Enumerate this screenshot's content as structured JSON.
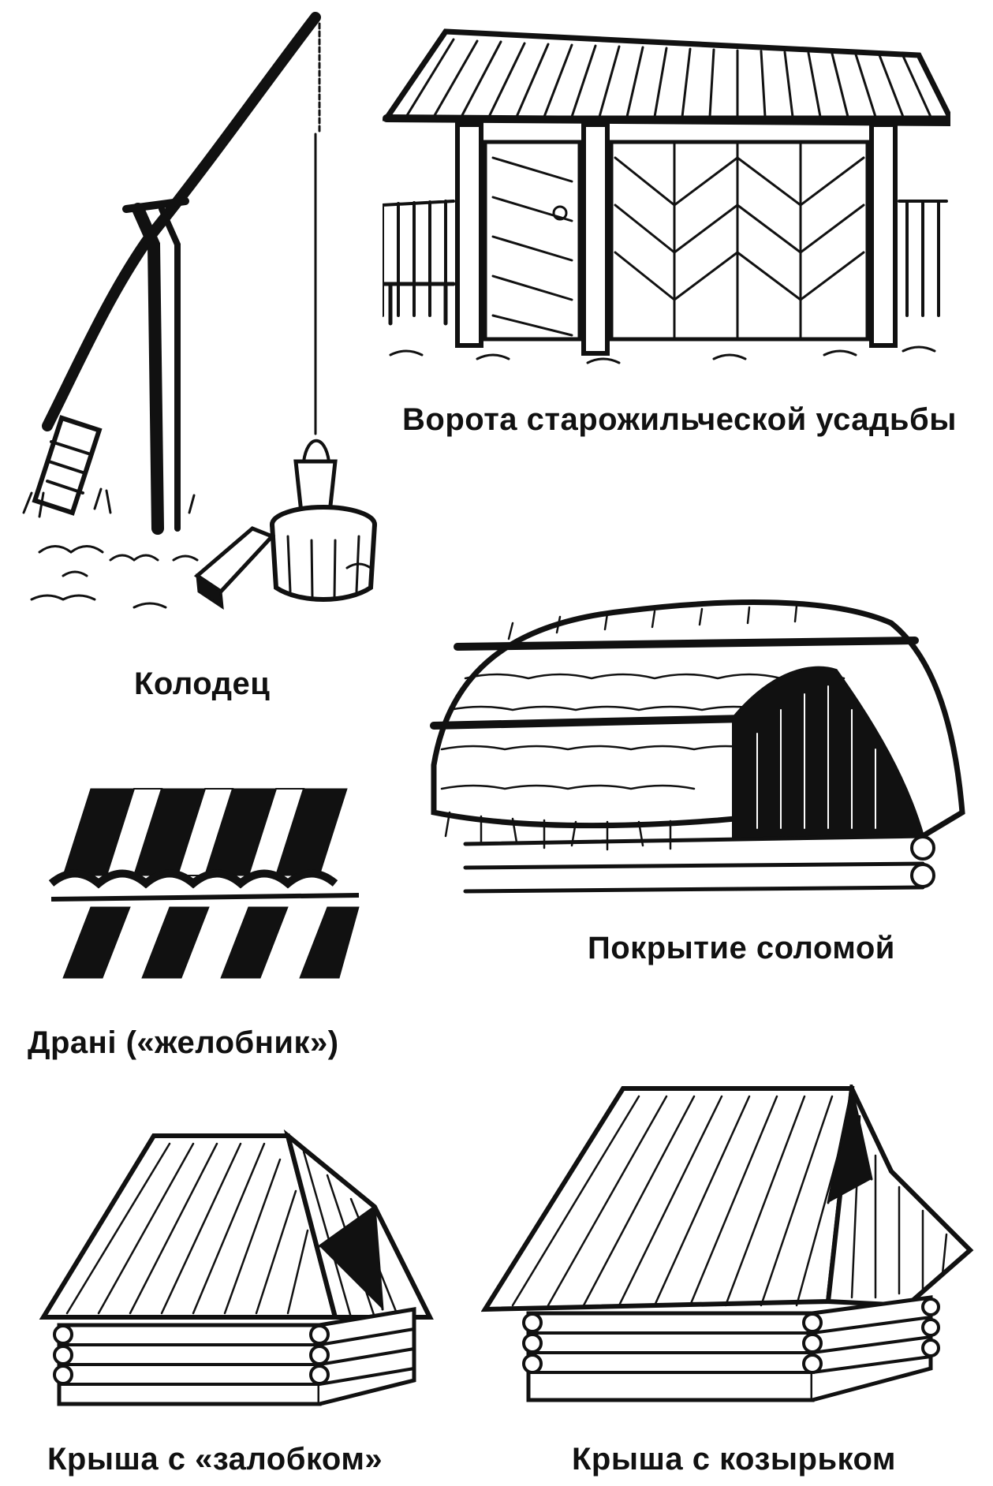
{
  "captions": {
    "well": "Колодец",
    "gate": "Ворота старожильческой усадьбы",
    "straw": "Покрытие соломой",
    "shingle": "Драні («желобник»)",
    "roof_zalobok": "Крыша с «залобком»",
    "roof_kozyrek": "Крыша с козырьком"
  },
  "colors": {
    "ink": "#111111",
    "paper": "#ffffff"
  }
}
